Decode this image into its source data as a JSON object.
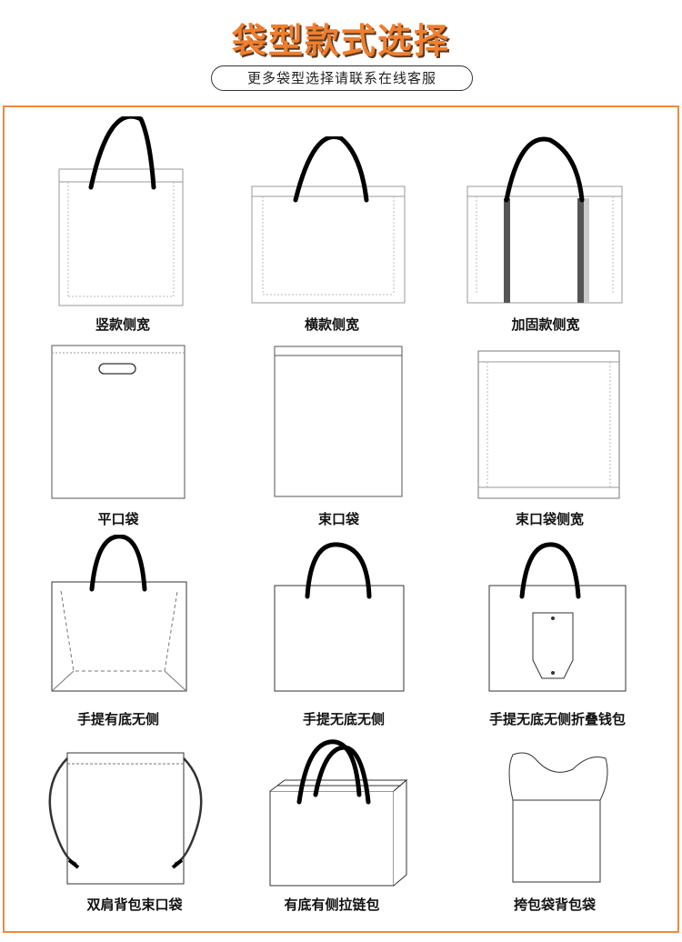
{
  "header": {
    "title": "袋型款式选择",
    "subtitle": "更多袋型选择请联系在线客服"
  },
  "colors": {
    "accent": "#ef7e2e",
    "frame": "#ef8a3f",
    "handle": "#000000"
  },
  "bag_types": [
    {
      "label": "竖款侧宽",
      "icon": "vertical-side-gusset-bag-icon"
    },
    {
      "label": "横款侧宽",
      "icon": "horizontal-side-gusset-bag-icon"
    },
    {
      "label": "加固款侧宽",
      "icon": "reinforced-side-gusset-bag-icon"
    },
    {
      "label": "平口袋",
      "icon": "die-cut-flat-bag-icon"
    },
    {
      "label": "束口袋",
      "icon": "drawstring-pouch-icon"
    },
    {
      "label": "束口袋侧宽",
      "icon": "drawstring-pouch-gusset-icon"
    },
    {
      "label": "手提有底无侧",
      "icon": "tote-with-base-icon"
    },
    {
      "label": "手提无底无侧",
      "icon": "tote-flat-icon"
    },
    {
      "label": "手提无底无侧折叠钱包",
      "icon": "foldable-tote-wallet-icon"
    },
    {
      "label": "双肩背包束口袋",
      "icon": "drawstring-backpack-icon"
    },
    {
      "label": "有底有侧拉链包",
      "icon": "zipper-bag-icon"
    },
    {
      "label": "挎包袋背包袋",
      "icon": "vest-carrier-bag-icon"
    }
  ]
}
